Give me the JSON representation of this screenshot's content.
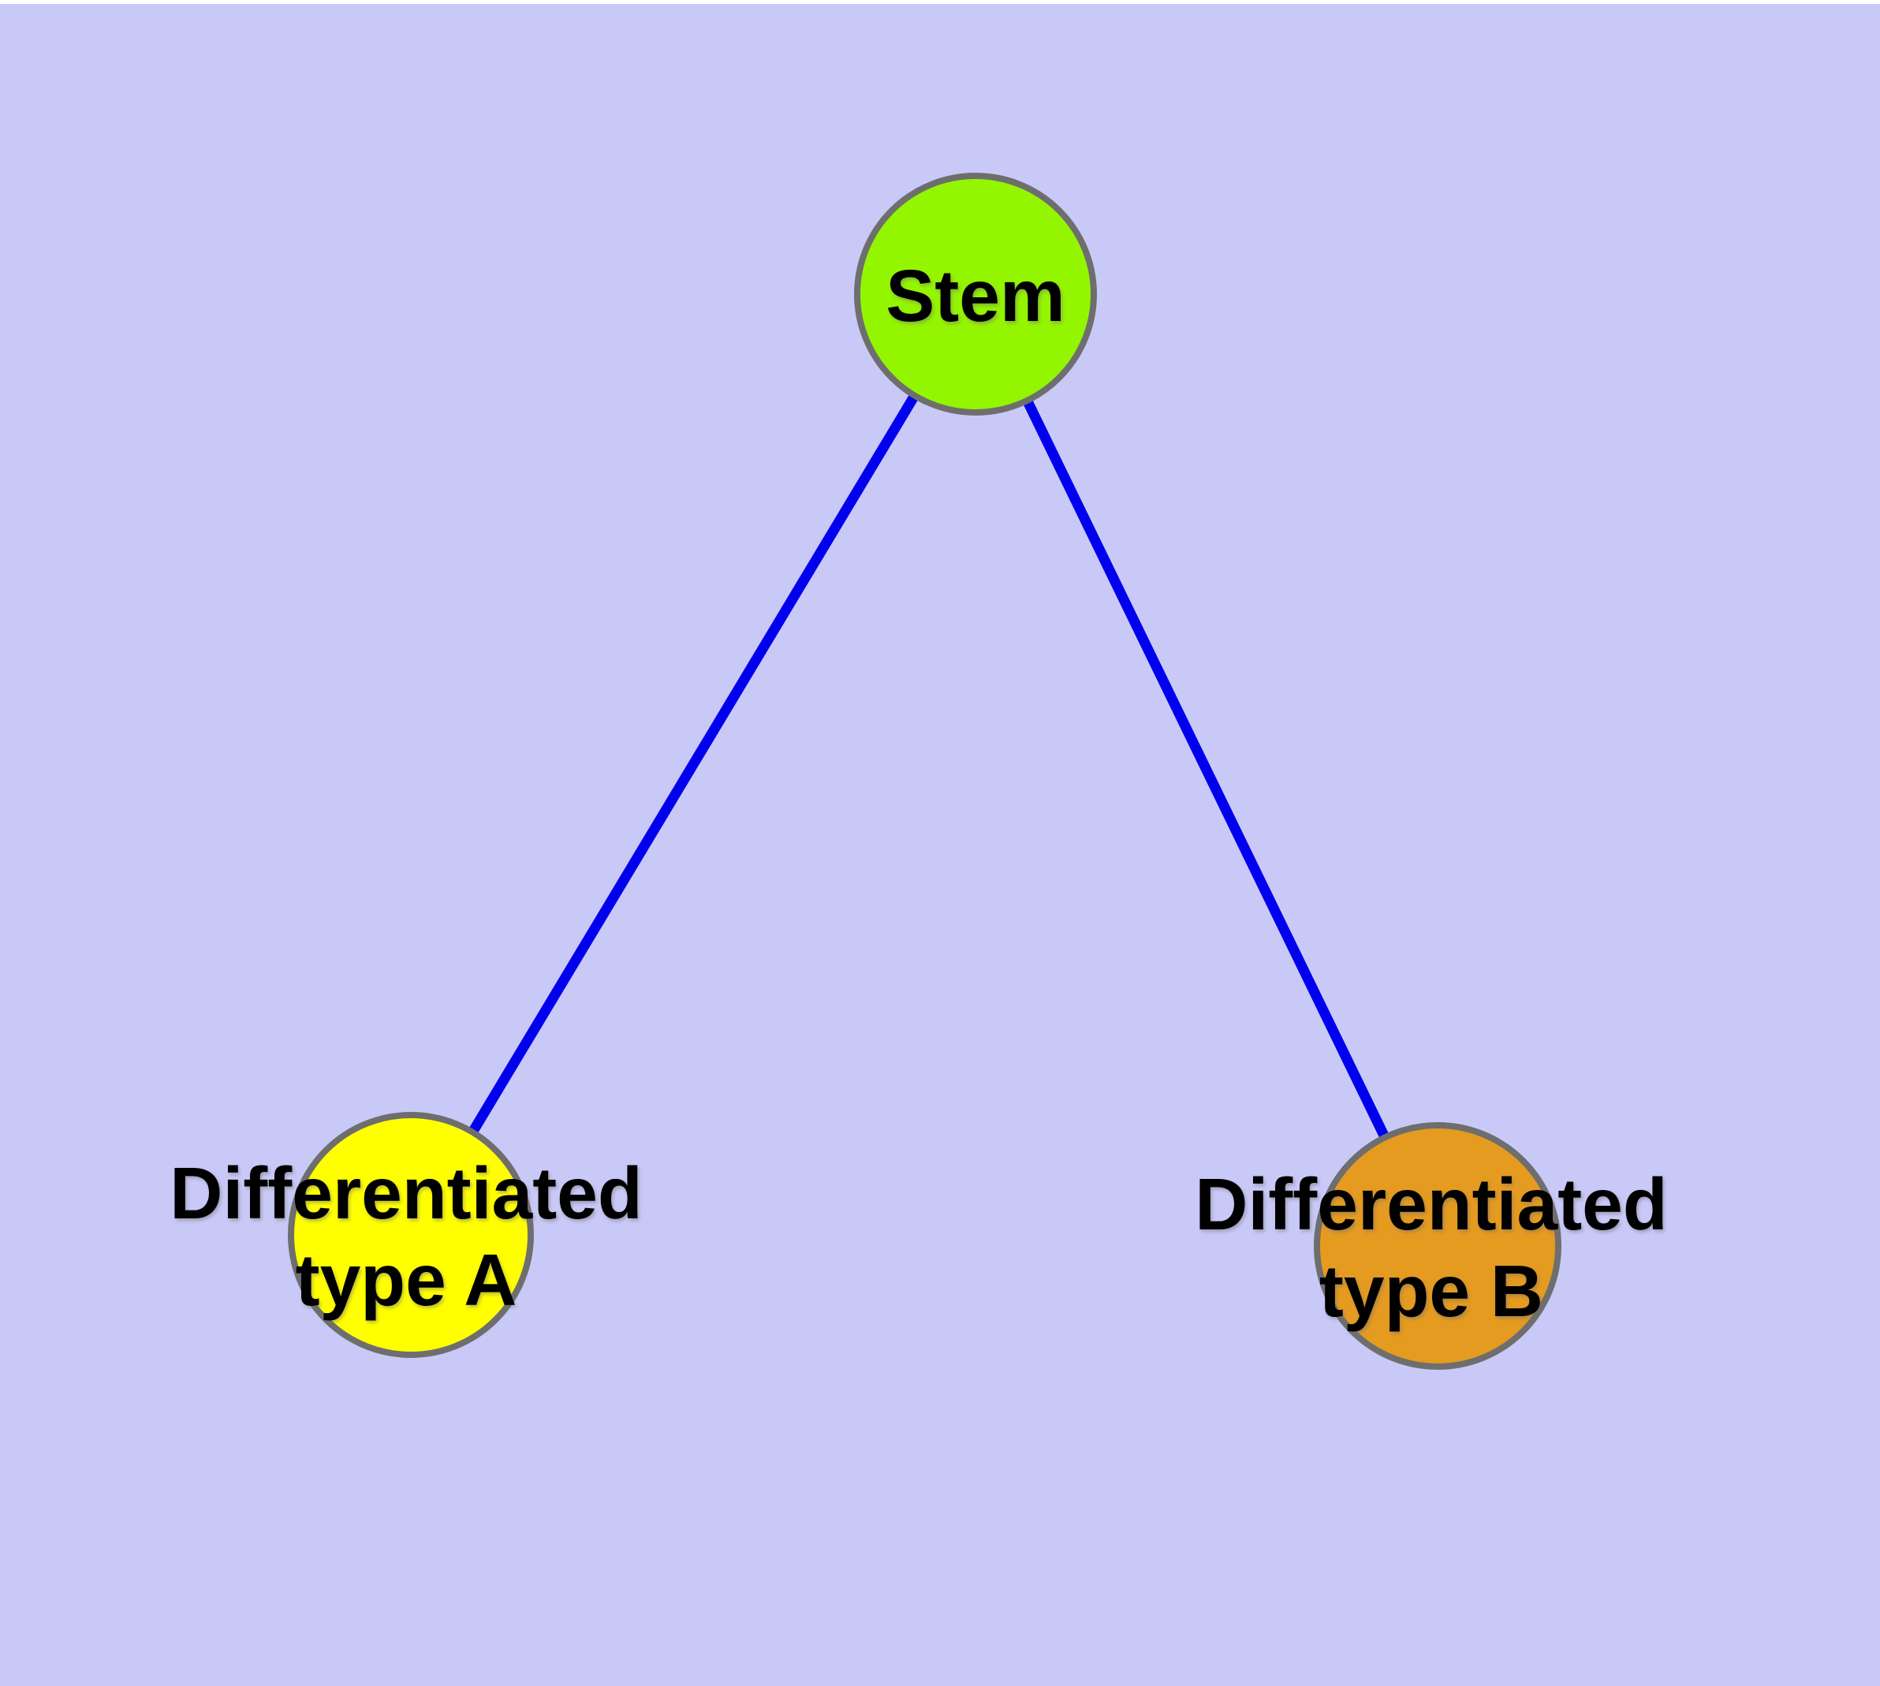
{
  "canvas": {
    "background": "#C9C9F8",
    "top_strip_color": "#FFFFFF"
  },
  "diagram": {
    "nodes": {
      "stem": {
        "label": "Stem",
        "fill": "#94F500",
        "stroke": "#6E6E6E"
      },
      "type_a": {
        "label_line1": "Differentiated",
        "label_line2": "type A",
        "fill": "#FFFF00",
        "stroke": "#6E6E6E"
      },
      "type_b": {
        "label_line1": "Differentiated",
        "label_line2": "type B",
        "fill": "#E59B20",
        "stroke": "#6E6E6E"
      }
    },
    "edges": {
      "color": "#0000EE"
    }
  }
}
